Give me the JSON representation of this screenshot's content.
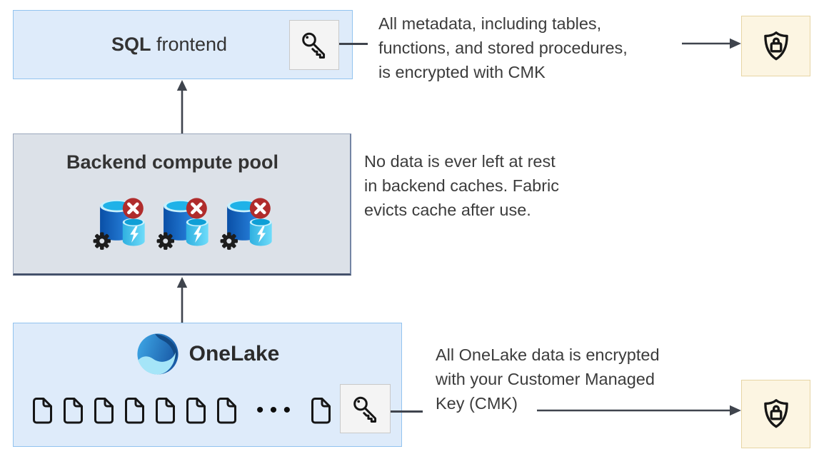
{
  "colors": {
    "blue-fill": "#DEEBFA",
    "blue-border": "#92C3EF",
    "gray-fill": "#DCE1E8",
    "gray-border": "#9AA6BC",
    "gray-border-right": "#7485A4",
    "gray-border-dark": "#44516B",
    "cream-fill": "#FCF5E2",
    "cream-border": "#E6D5A4",
    "tile-fill": "#F4F4F4",
    "tile-border": "#C9C9C9",
    "text": "#3C3C3C",
    "arrow": "#3F444D",
    "badge-red": "#B02C2C"
  },
  "sql_box": {
    "title_bold": "SQL",
    "title_regular": " frontend"
  },
  "backend_box": {
    "title": "Backend compute pool",
    "compute_node_count": 3
  },
  "onelake_box": {
    "title": "OneLake",
    "document_icon_count": 8,
    "ellipsis": "• • •"
  },
  "annotations": {
    "metadata": "All metadata, including tables,\nfunctions, and stored procedures,\nis encrypted with CMK",
    "cache": "No data is ever left at rest\nin backend caches. Fabric\nevicts cache after use.",
    "onelake": "All OneLake data is encrypted\nwith your Customer Managed\nKey (CMK)"
  }
}
